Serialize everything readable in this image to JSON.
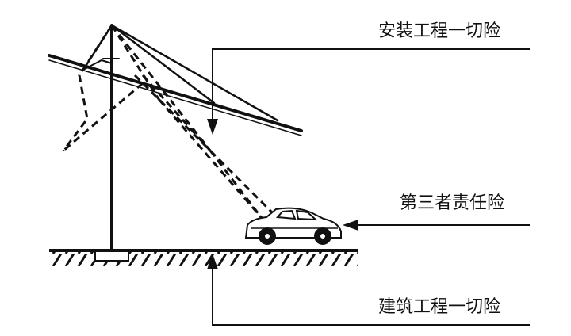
{
  "labels": {
    "installation_insurance": "安装工程一切险",
    "third_party_liability": "第三者责任险",
    "construction_insurance": "建筑工程一切险"
  },
  "colors": {
    "ink": "#111111",
    "background": "#ffffff"
  },
  "icons": [
    "tower-crane-icon",
    "car-icon",
    "ground-hatch",
    "arrow-icon"
  ]
}
